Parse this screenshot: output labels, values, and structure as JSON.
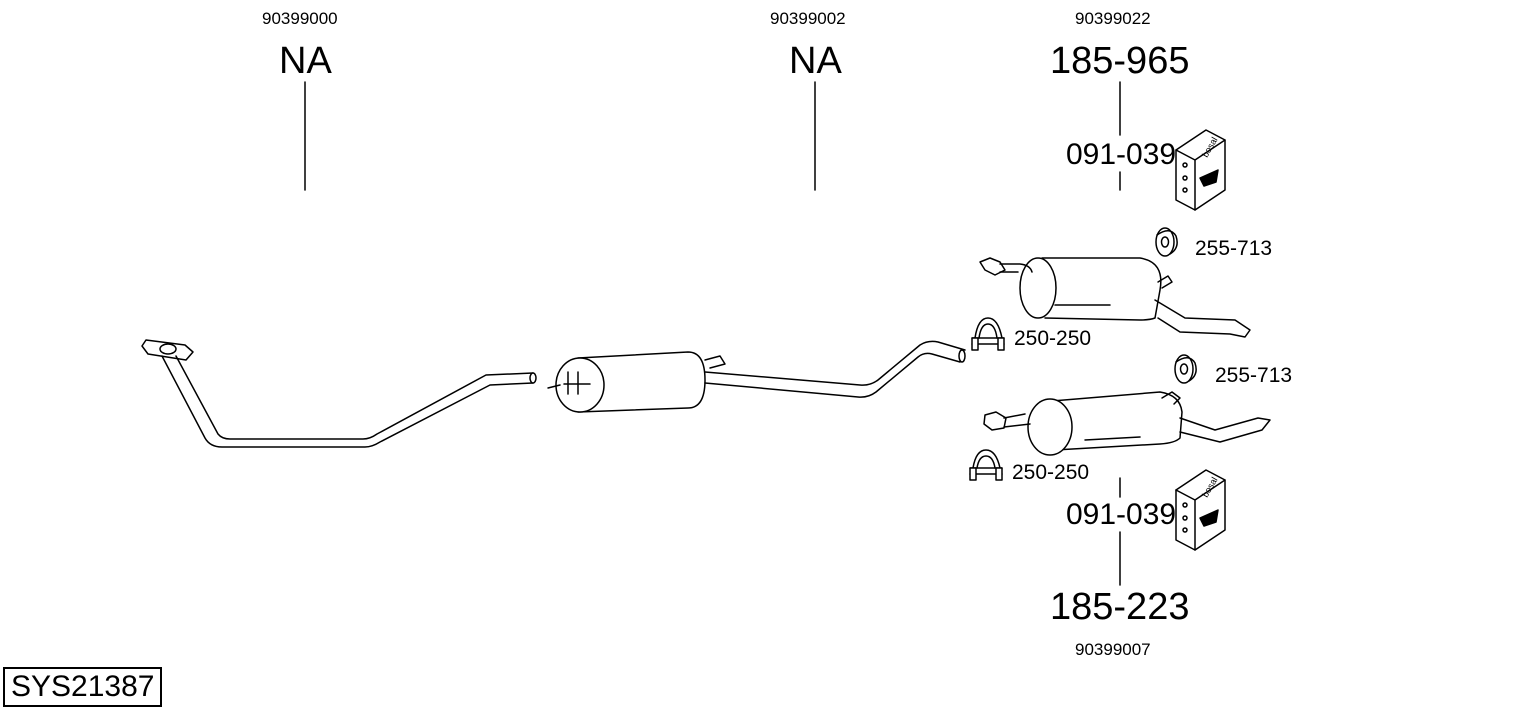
{
  "diagram_id": "SYS21387",
  "parts": {
    "front_pipe": {
      "oem": "90399000",
      "number": "NA"
    },
    "center_section": {
      "oem": "90399002",
      "number": "NA"
    },
    "rear_silencer_upper": {
      "oem": "90399022",
      "number": "185-965",
      "kit": "091-039"
    },
    "rear_silencer_lower": {
      "oem": "90399007",
      "number": "185-223",
      "kit": "091-039"
    }
  },
  "accessories": {
    "hanger_upper": "255-713",
    "clamp_upper": "250-250",
    "hanger_lower": "255-713",
    "clamp_lower": "250-250"
  },
  "kit_box_brand": "bosal"
}
